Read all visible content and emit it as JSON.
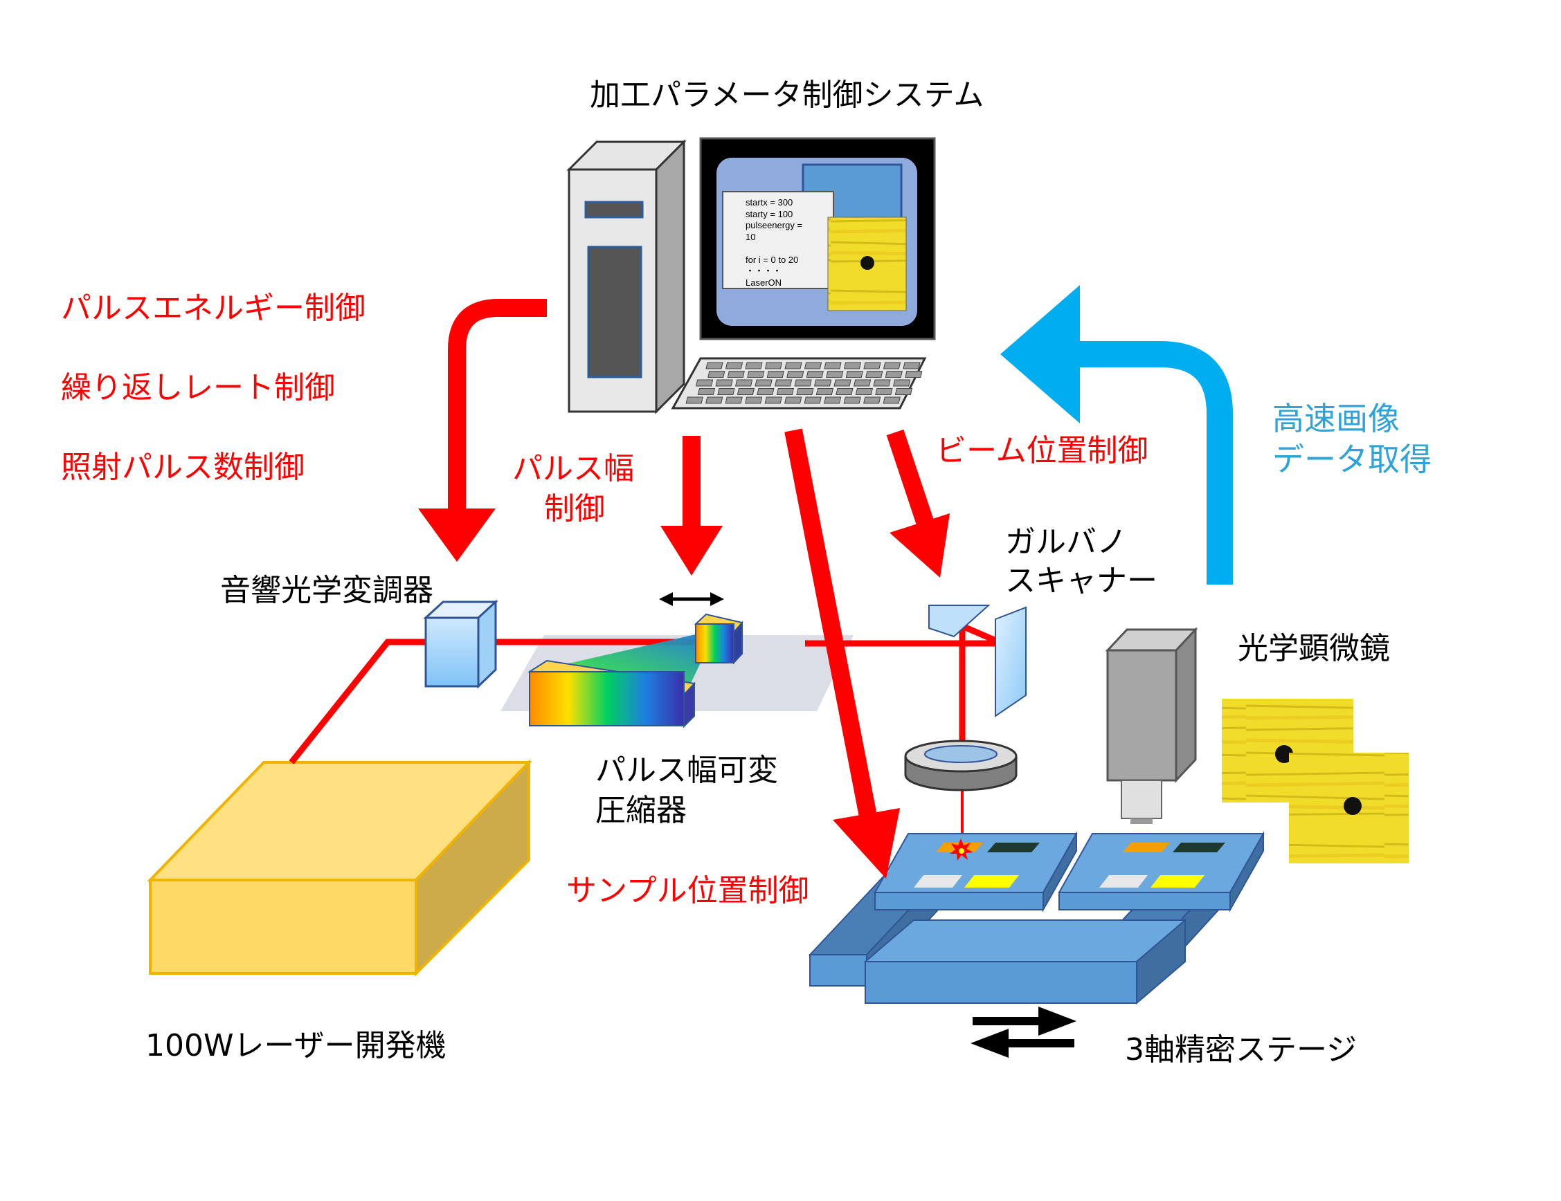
{
  "title": "加工パラメータ制御システム",
  "labels": {
    "aom": "音響光学変調器",
    "compressor": [
      "パルス幅可変",
      "圧縮器"
    ],
    "laser": "100Wレーザー開発機",
    "galvano": [
      "ガルバノ",
      "スキャナー"
    ],
    "microscope": "光学顕微鏡",
    "stage": "3軸精密ステージ"
  },
  "controls": {
    "left": [
      "パルスエネルギー制御",
      "繰り返しレート制御",
      "照射パルス数制御"
    ],
    "pulse_width": [
      "パルス幅",
      "制御"
    ],
    "beam_position": "ビーム位置制御",
    "sample_position": "サンプル位置制御"
  },
  "feedback": [
    "高速画像",
    "データ取得"
  ],
  "screen_code": [
    "startx = 300",
    "starty = 100",
    "pulseenergy =",
    "10",
    "",
    "for i = 0 to 20",
    "・・・・",
    "LaserON"
  ],
  "colors": {
    "control_arrow": "#ff0000",
    "feedback_arrow": "#00aeef",
    "laser": "#ffd966",
    "stage": "#5b9bd5",
    "sample": "#ffff00"
  }
}
